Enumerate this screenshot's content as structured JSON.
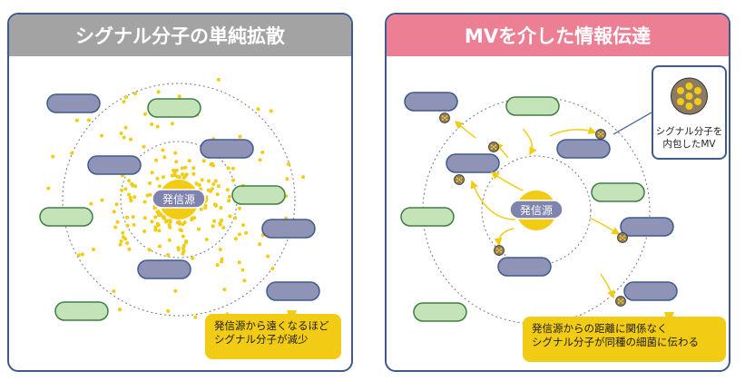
{
  "left_panel": {
    "title": "シグナル分子の単純拡散",
    "source_label": "発信源",
    "callout_lines": [
      "発信源から遠くなるほど",
      "シグナル分子が減少"
    ]
  },
  "right_panel": {
    "title": "MVを介した情報伝達",
    "source_label": "発信源",
    "infobox_lines": [
      "シグナル分子を",
      "内包したMV"
    ],
    "callout_lines": [
      "発信源からの距離に関係なく",
      "シグナル分子が同種の細菌に伝わる"
    ]
  },
  "colors": {
    "left_header": "#a3a3a3",
    "right_header": "#ec7f94",
    "border": "#3f5a8f",
    "cell_blue": "#8f93b5",
    "cell_green": "#c4e3b8",
    "signal_yellow": "#f2cc14",
    "vesicle_brown": "#8d7a62"
  }
}
